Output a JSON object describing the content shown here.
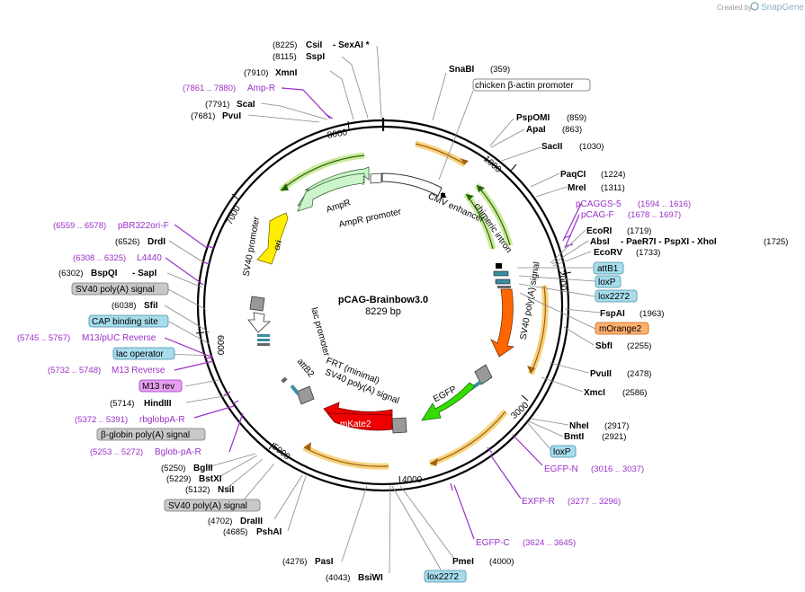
{
  "credit": {
    "created_by": "Created by",
    "brand": "SnapGene"
  },
  "plasmid": {
    "name": "pCAG-Brainbow3.0",
    "length": "8229 bp"
  },
  "ticks": [
    "1000",
    "2000",
    "3000",
    "4000",
    "5000",
    "6000",
    "7000",
    "8000"
  ],
  "features": {
    "cmv_enhancer": "CMV enhancer",
    "chimeric_intron": "chimeric intron",
    "sv40_polya_1": "SV40 poly(A) signal",
    "egfp": "EGFP",
    "sv40_polya_2": "SV40 poly(A) signal",
    "frt_minimal": "FRT (minimal)",
    "mkate2": "mKate2",
    "attb2": "attB2",
    "lac_promoter": "lac promoter",
    "sv40_promoter": "SV40 promoter",
    "ori": "ori",
    "ampr": "AmpR",
    "ampr_promoter": "AmpR promoter"
  },
  "labels": [
    {
      "name": "CsiI",
      "pos": "(8225)",
      "extra": "-  SexAI  *"
    },
    {
      "name": "SspI",
      "pos": "(8115)"
    },
    {
      "name": "XmnI",
      "pos": "(7910)"
    },
    {
      "name": "Amp-R",
      "pos": "(7861 .. 7880)",
      "primer": true
    },
    {
      "name": "ScaI",
      "pos": "(7791)"
    },
    {
      "name": "PvuI",
      "pos": "(7681)"
    },
    {
      "name": "SnaBI",
      "pos": "(359)"
    },
    {
      "name": "PspOMI",
      "pos": "(859)"
    },
    {
      "name": "ApaI",
      "pos": "(863)"
    },
    {
      "name": "SacII",
      "pos": "(1030)"
    },
    {
      "name": "PaqCI",
      "pos": "(1224)"
    },
    {
      "name": "MreI",
      "pos": "(1311)"
    },
    {
      "name": "pCAGGS-5",
      "pos": "(1594 .. 1616)",
      "primer": true
    },
    {
      "name": "pCAG-F",
      "pos": "(1678 .. 1697)",
      "primer": true
    },
    {
      "name": "EcoRI",
      "pos": "(1719)"
    },
    {
      "name": "AbsI",
      "extra": "-  PaeR7I   -  PspXI   -  XhoI",
      "pos": "(1725)"
    },
    {
      "name": "EcoRV",
      "pos": "(1733)"
    },
    {
      "name": "FspAI",
      "pos": "(1963)"
    },
    {
      "name": "SbfI",
      "pos": "(2255)"
    },
    {
      "name": "PvuII",
      "pos": "(2478)"
    },
    {
      "name": "XmcI",
      "pos": "(2586)"
    },
    {
      "name": "NheI",
      "pos": "(2917)"
    },
    {
      "name": "BmtI",
      "pos": "(2921)"
    },
    {
      "name": "EGFP-N",
      "pos": "(3016 .. 3037)",
      "primer": true
    },
    {
      "name": "EXFP-R",
      "pos": "(3277 .. 3296)",
      "primer": true
    },
    {
      "name": "EGFP-C",
      "pos": "(3624 .. 3645)",
      "primer": true
    },
    {
      "name": "PmeI",
      "pos": "(4000)"
    },
    {
      "name": "BsiWI",
      "pos": "(4043)"
    },
    {
      "name": "PasI",
      "pos": "(4276)"
    },
    {
      "name": "PshAI",
      "pos": "(4685)"
    },
    {
      "name": "DraIII",
      "pos": "(4702)"
    },
    {
      "name": "NsiI",
      "pos": "(5132)"
    },
    {
      "name": "BstXI",
      "pos": "(5229)"
    },
    {
      "name": "BglII",
      "pos": "(5250)"
    },
    {
      "name": "Bglob-pA-R",
      "pos": "(5253 .. 5272)",
      "primer": true
    },
    {
      "name": "rbglobpA-R",
      "pos": "(5372 .. 5391)",
      "primer": true
    },
    {
      "name": "HindIII",
      "pos": "(5714)"
    },
    {
      "name": "M13 Reverse",
      "pos": "(5732 .. 5748)",
      "primer": true
    },
    {
      "name": "M13/pUC Reverse",
      "pos": "(5745 .. 5767)",
      "primer": true
    },
    {
      "name": "SfiI",
      "pos": "(6038)"
    },
    {
      "name": "BspQI",
      "extra": "-  SapI",
      "pos": "(6302)"
    },
    {
      "name": "L4440",
      "pos": "(6308 .. 6325)",
      "primer": true
    },
    {
      "name": "DrdI",
      "pos": "(6526)"
    },
    {
      "name": "pBR322ori-F",
      "pos": "(6559 .. 6578)",
      "primer": true
    }
  ],
  "boxes": {
    "chicken_actin": "chicken β-actin promoter",
    "attB1": "attB1",
    "loxP_1": "loxP",
    "lox2272_1": "lox2272",
    "mOrange2": "mOrange2",
    "loxP_2": "loxP",
    "lox2272_2": "lox2272",
    "sv40_polya_box": "SV40 poly(A) signal",
    "bglobin_polya": "β-globin poly(A) signal",
    "m13_rev": "M13 rev",
    "lac_operator": "lac operator",
    "cap_binding": "CAP binding site",
    "sv40_polya_box2": "SV40 poly(A) signal"
  },
  "colors": {
    "backbone": "#000000",
    "orange_feature": "#ff6600",
    "egfp": "#33dd00",
    "mkate2": "#ee0000",
    "ori": "#ffee00",
    "ampr": "#ccf5cc",
    "primer": "#9b30c8",
    "orf_glow": "#f5c860",
    "green_glow": "#bfe88a",
    "box_teal": "#a6dcec",
    "box_orange": "#ffb070",
    "box_grey": "#c8c8c8",
    "box_magenta": "#e6a0f0"
  }
}
